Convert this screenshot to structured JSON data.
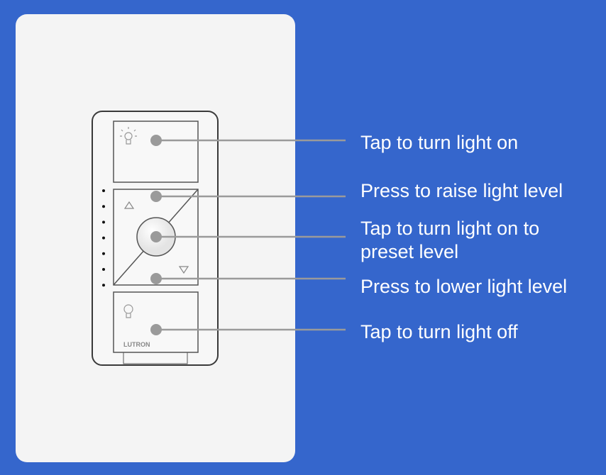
{
  "colors": {
    "background": "#3566cc",
    "plate": "#f4f4f4",
    "callout": "#9a9a9a"
  },
  "brand": "LUTRON",
  "callouts": [
    {
      "id": "on",
      "lines": [
        "Tap to turn light on"
      ]
    },
    {
      "id": "raise",
      "lines": [
        "Press to raise light level"
      ]
    },
    {
      "id": "preset",
      "lines": [
        "Tap to turn light on to",
        "preset level"
      ]
    },
    {
      "id": "lower",
      "lines": [
        "Press to lower light level"
      ]
    },
    {
      "id": "off",
      "lines": [
        "Tap to turn light off"
      ]
    }
  ]
}
